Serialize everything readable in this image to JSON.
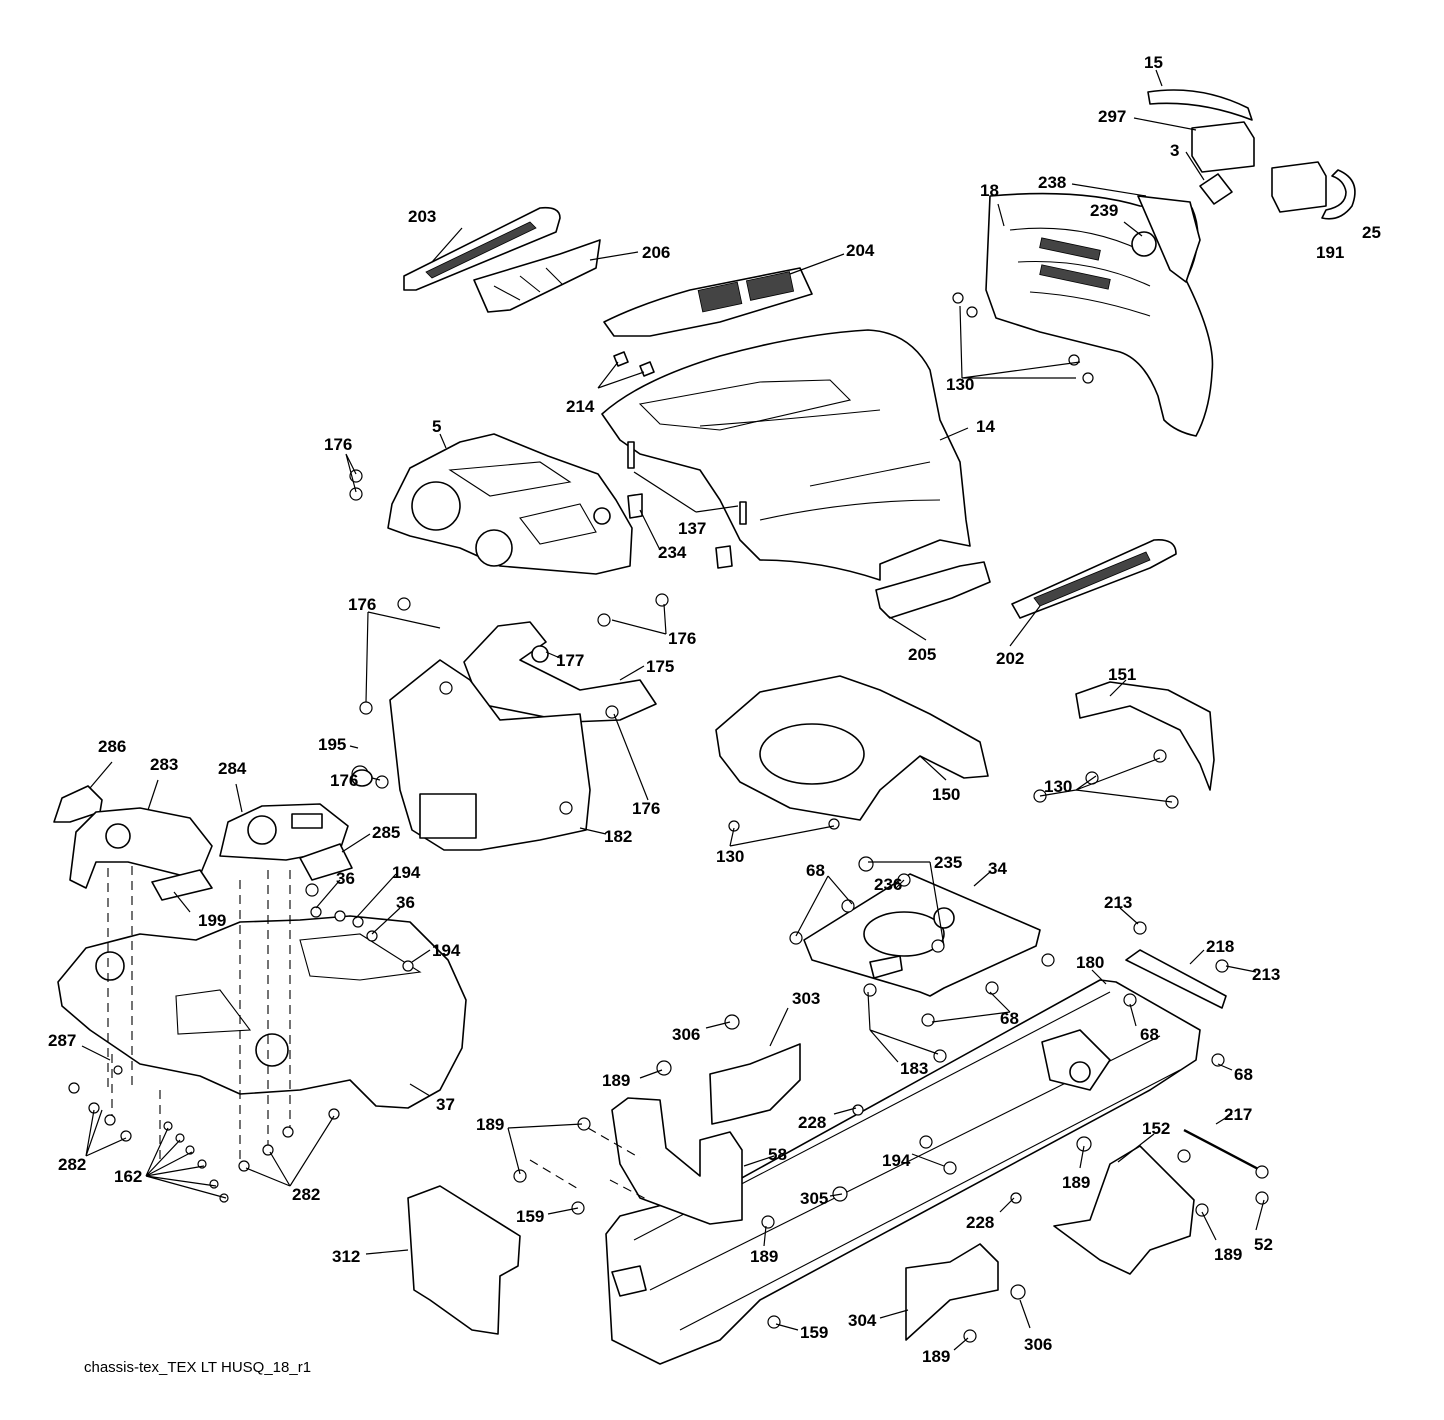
{
  "diagram": {
    "caption": "chassis-tex_TEX LT HUSQ_18_r1",
    "callouts": [
      {
        "id": "c15",
        "label": "15"
      },
      {
        "id": "c297",
        "label": "297"
      },
      {
        "id": "c3",
        "label": "3"
      },
      {
        "id": "c238",
        "label": "238"
      },
      {
        "id": "c18",
        "label": "18"
      },
      {
        "id": "c239",
        "label": "239"
      },
      {
        "id": "c191",
        "label": "191"
      },
      {
        "id": "c25",
        "label": "25"
      },
      {
        "id": "c203",
        "label": "203"
      },
      {
        "id": "c206",
        "label": "206"
      },
      {
        "id": "c204",
        "label": "204"
      },
      {
        "id": "c130a",
        "label": "130"
      },
      {
        "id": "c214",
        "label": "214"
      },
      {
        "id": "c5",
        "label": "5"
      },
      {
        "id": "c176a",
        "label": "176"
      },
      {
        "id": "c14",
        "label": "14"
      },
      {
        "id": "c137",
        "label": "137"
      },
      {
        "id": "c234",
        "label": "234"
      },
      {
        "id": "c176b",
        "label": "176"
      },
      {
        "id": "c205",
        "label": "205"
      },
      {
        "id": "c202",
        "label": "202"
      },
      {
        "id": "c176c",
        "label": "176"
      },
      {
        "id": "c177",
        "label": "177"
      },
      {
        "id": "c175",
        "label": "175"
      },
      {
        "id": "c151",
        "label": "151"
      },
      {
        "id": "c195",
        "label": "195"
      },
      {
        "id": "c176d",
        "label": "176"
      },
      {
        "id": "c176e",
        "label": "176"
      },
      {
        "id": "c150",
        "label": "150"
      },
      {
        "id": "c130b",
        "label": "130"
      },
      {
        "id": "c286",
        "label": "286"
      },
      {
        "id": "c283",
        "label": "283"
      },
      {
        "id": "c284",
        "label": "284"
      },
      {
        "id": "c182",
        "label": "182"
      },
      {
        "id": "c130c",
        "label": "130"
      },
      {
        "id": "c285",
        "label": "285"
      },
      {
        "id": "c68a",
        "label": "68"
      },
      {
        "id": "c235",
        "label": "235"
      },
      {
        "id": "c194a",
        "label": "194"
      },
      {
        "id": "c236",
        "label": "236"
      },
      {
        "id": "c34",
        "label": "34"
      },
      {
        "id": "c36a",
        "label": "36"
      },
      {
        "id": "c36b",
        "label": "36"
      },
      {
        "id": "c199",
        "label": "199"
      },
      {
        "id": "c194b",
        "label": "194"
      },
      {
        "id": "c213a",
        "label": "213"
      },
      {
        "id": "c218",
        "label": "218"
      },
      {
        "id": "c213b",
        "label": "213"
      },
      {
        "id": "c180",
        "label": "180"
      },
      {
        "id": "c303",
        "label": "303"
      },
      {
        "id": "c68b",
        "label": "68"
      },
      {
        "id": "c68c",
        "label": "68"
      },
      {
        "id": "c306a",
        "label": "306"
      },
      {
        "id": "c287",
        "label": "287"
      },
      {
        "id": "c183",
        "label": "183"
      },
      {
        "id": "c68d",
        "label": "68"
      },
      {
        "id": "c189a",
        "label": "189"
      },
      {
        "id": "c37",
        "label": "37"
      },
      {
        "id": "c228a",
        "label": "228"
      },
      {
        "id": "c217",
        "label": "217"
      },
      {
        "id": "c189b",
        "label": "189"
      },
      {
        "id": "c152",
        "label": "152"
      },
      {
        "id": "c58",
        "label": "58"
      },
      {
        "id": "c194c",
        "label": "194"
      },
      {
        "id": "c282a",
        "label": "282"
      },
      {
        "id": "c162",
        "label": "162"
      },
      {
        "id": "c282b",
        "label": "282"
      },
      {
        "id": "c189c",
        "label": "189"
      },
      {
        "id": "c305",
        "label": "305"
      },
      {
        "id": "c159a",
        "label": "159"
      },
      {
        "id": "c228b",
        "label": "228"
      },
      {
        "id": "c189d",
        "label": "189"
      },
      {
        "id": "c52",
        "label": "52"
      },
      {
        "id": "c312",
        "label": "312"
      },
      {
        "id": "c189e",
        "label": "189"
      },
      {
        "id": "c304",
        "label": "304"
      },
      {
        "id": "c159b",
        "label": "159"
      },
      {
        "id": "c306b",
        "label": "306"
      },
      {
        "id": "c189f",
        "label": "189"
      }
    ]
  }
}
